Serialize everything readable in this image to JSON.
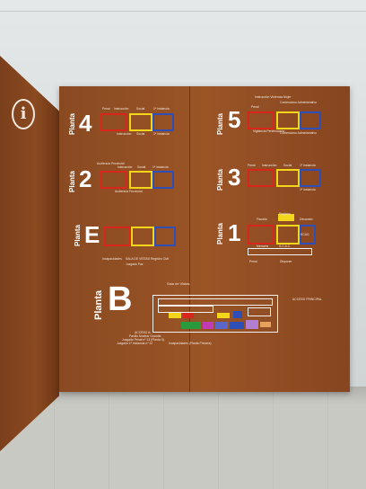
{
  "scene": {
    "colors": {
      "wood": "#9a5426",
      "wall": "#dfe3e3",
      "floor": "#c8c8c3",
      "red": "#d8261d",
      "yellow": "#f3d51c",
      "blue": "#2f4fb8"
    },
    "info_icon": "i"
  },
  "floors": {
    "f4": {
      "word": "Planta",
      "num": "4",
      "labels": [
        "Penal",
        "Instrucción",
        "Social",
        "1ª Instancia",
        "Instrucción",
        "Social",
        "1ª Instancia"
      ]
    },
    "f5": {
      "word": "Planta",
      "num": "5",
      "labels": [
        "Instrucción Violencia Mujer",
        "Penal",
        "Contencioso Administrativo",
        "Vigilancia Penitenciaria",
        "Contencioso Administrativo"
      ]
    },
    "f2": {
      "word": "Planta",
      "num": "2",
      "labels": [
        "Audiencia Provincial",
        "Instrucción",
        "Social",
        "1ª Instancia",
        "Audiencia Provincial"
      ]
    },
    "f3": {
      "word": "Planta",
      "num": "3",
      "labels": [
        "Penal",
        "Instrucción",
        "Social",
        "1ª Instancia",
        "1ª Instancia"
      ]
    },
    "fE": {
      "word": "Planta",
      "num": "E",
      "labels": [
        "Incapacidades",
        "SALA DE VISTAS",
        "Juzgado Paz",
        "Registro Civil"
      ]
    },
    "f1": {
      "word": "Planta",
      "num": "1",
      "labels": [
        "Fiscalía",
        "Decanato",
        "Menores",
        "S.C.A.C.",
        "Registro",
        "SCAG",
        "Penal",
        "Disponer"
      ]
    },
    "fB": {
      "word": "Planta",
      "num": "B",
      "labels": [
        "Sala de Vistas",
        "ACCESO PRINCIPAL",
        "ACCESO A:",
        "Pasillo Mostrar Guardia",
        "Juzgado Penal nº 13 (Planta 0)",
        "Juzgado 1ª Instancia nº 12",
        "Incapacidades (Planta Primera)"
      ]
    }
  }
}
